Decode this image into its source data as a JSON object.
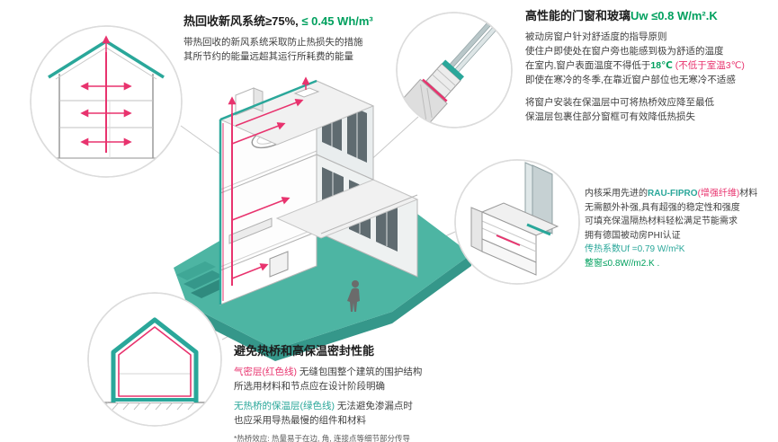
{
  "colors": {
    "teal": "#2aa79a",
    "red": "#e8336e",
    "green": "#00a05e",
    "ground": "#4db5a3",
    "ground_dark": "#35978a"
  },
  "illustrations": {
    "top_left": "hrv-house-cross-section-icon",
    "top_right": "window-corner-detail-icon",
    "right": "window-profile-3d-icon",
    "bottom_left": "thermal-envelope-outline-icon",
    "center": "passive-house-3d-cutaway"
  },
  "hrv": {
    "title_main": "热回收新风系统≥75%,",
    "title_metric": " ≤ 0.45 Wh/m³",
    "body1": "带热回收的新风系统采取防止热损失的措施",
    "body2": "其所节约的能量远超其运行所耗费的能量"
  },
  "windows": {
    "title_main": "高性能的门窗和玻璃",
    "title_metric": "Uw ≤0.8 W/m².K",
    "p1l1": "被动房窗户针对舒适度的指导原则",
    "p1l2": "使住户即使处在窗户旁也能感到极为舒适的温度",
    "p1l3a": "在室内,窗户表面温度不得低于",
    "p1l3b": "18℃",
    "p1l3c": " (不低于室温3℃)",
    "p1l4": "即使在寒冷的冬季,在靠近窗户部位也无寒冷不适感",
    "p2l1": "将窗户安装在保温层中可将热桥效应降至最低",
    "p2l2": "保温层包裹住部分窗框可有效降低热损失"
  },
  "profile": {
    "l1a": "内核采用先进的",
    "l1b": "RAU-FIPRO",
    "l1c": "(增强纤维)",
    "l1d": "材料",
    "l2": "无需额外补强,具有超强的稳定性和强度",
    "l3": "可填充保温隔热材料轻松满足节能需求",
    "l4": "拥有德国被动房PHI认证",
    "l5": "传热系数Uf =0.79 W/m²K",
    "l6": "整窗≤0.8W//m2.K ."
  },
  "thermal": {
    "title": "避免热桥和高保温密封性能",
    "p1l1a": "气密层(红色线)",
    "p1l1b": " 无缝包围整个建筑的围护结构",
    "p1l2": "所选用材料和节点应在设计阶段明确",
    "p2l1a": "无热桥的保温层(绿色线)",
    "p2l1b": " 无法避免渗漏点时",
    "p2l2": "也应采用导热最慢的组件和材料",
    "note": "*热桥效应: 热量易于在边, 角, 连接点等细节部分传导"
  }
}
